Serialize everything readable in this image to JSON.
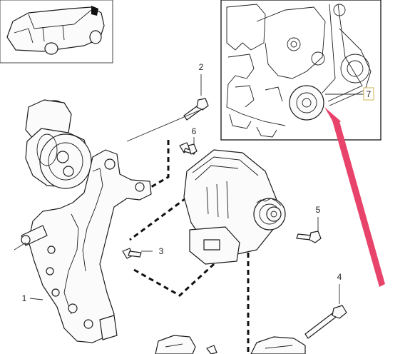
{
  "diagram": {
    "callouts": {
      "c1": "1",
      "c2": "2",
      "c3": "3",
      "c4": "4",
      "c5": "5",
      "c6": "6",
      "c7": "7"
    },
    "colors": {
      "line": "#1c1c1c",
      "arrow": "#e8436a",
      "callout_box": "#d8c070",
      "background": "#ffffff"
    },
    "icons": {
      "vehicle_thumbnail": "station-wagon-icon",
      "detail_view": "engine-pulley-detail"
    }
  }
}
